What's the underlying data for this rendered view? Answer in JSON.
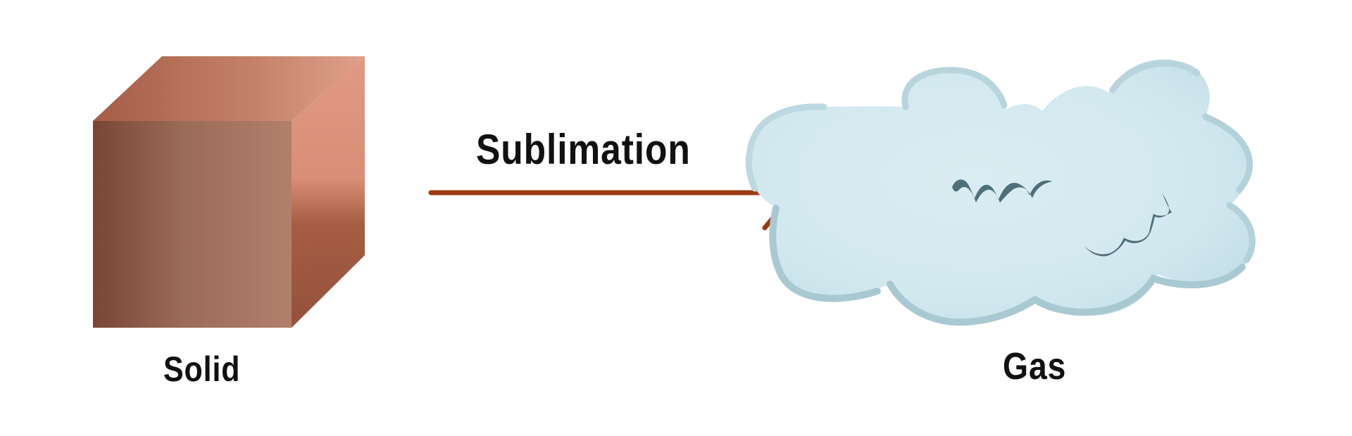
{
  "diagram": {
    "process_label": "Sublimation",
    "start_state_label": "Solid",
    "end_state_label": "Gas"
  },
  "colors": {
    "arrow": "#9c3a12",
    "cube_front_dark": "#7f4a3a",
    "cube_front_light": "#b07d6a",
    "cube_top_dark": "#a8604a",
    "cube_top_light": "#d99a82",
    "cube_side_light": "#e19a84",
    "cube_side_dark": "#98553f",
    "cloud_fill": "#d4e9f0",
    "cloud_edge": "#a9c9d2",
    "cloud_marks": "#4f6f7a",
    "text": "#111111"
  },
  "icons": {
    "solid": "cube-icon",
    "gas": "cloud-icon",
    "transition": "arrow-right-icon"
  }
}
